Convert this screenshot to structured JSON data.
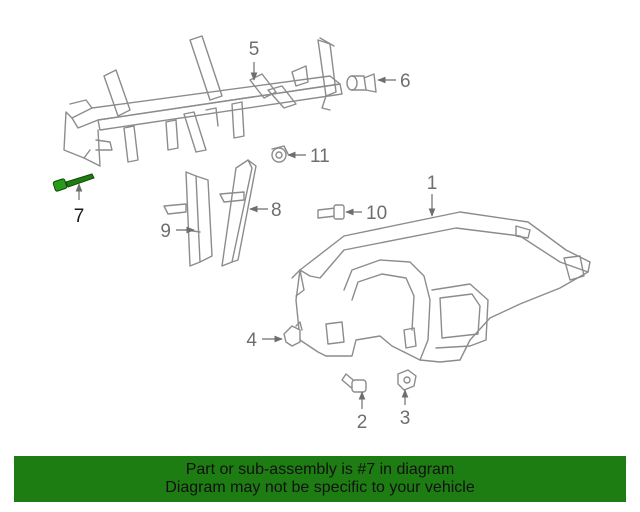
{
  "diagram": {
    "highlight_color": "#1e7d12",
    "line_color": "#8c8c8c",
    "callouts": [
      {
        "id": "1",
        "label": "1"
      },
      {
        "id": "2",
        "label": "2"
      },
      {
        "id": "3",
        "label": "3"
      },
      {
        "id": "4",
        "label": "4"
      },
      {
        "id": "5",
        "label": "5"
      },
      {
        "id": "6",
        "label": "6"
      },
      {
        "id": "7",
        "label": "7",
        "highlighted": true
      },
      {
        "id": "8",
        "label": "8"
      },
      {
        "id": "9",
        "label": "9"
      },
      {
        "id": "10",
        "label": "10"
      },
      {
        "id": "11",
        "label": "11"
      }
    ]
  },
  "banner": {
    "line1": "Part or sub-assembly is #7 in diagram",
    "line2": "Diagram may not be specific to your vehicle",
    "background": "#1e7d12"
  }
}
